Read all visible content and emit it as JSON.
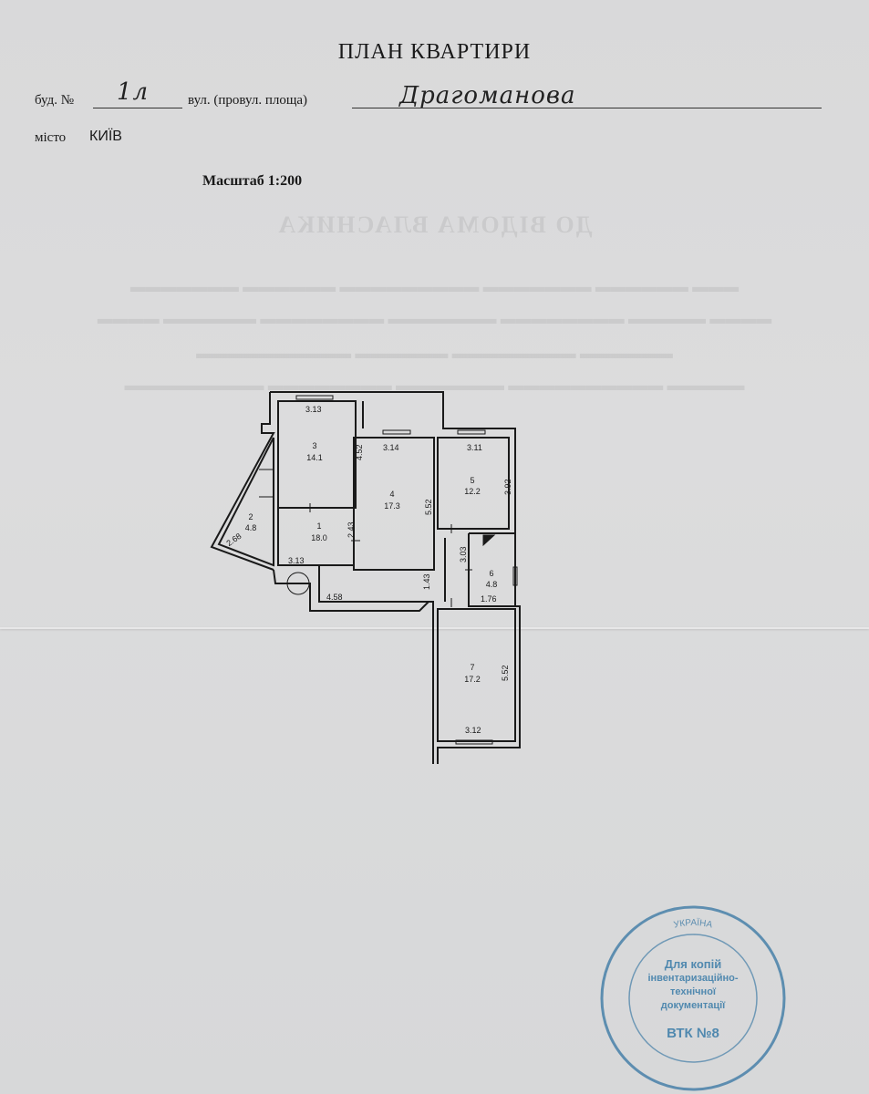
{
  "document": {
    "title": "ПЛАН КВАРТИРИ",
    "building_label": "буд. №",
    "building_number": "1л",
    "street_label": "вул. (провул. площа)",
    "street": "Драгоманова",
    "city_label": "місто",
    "city": "КИЇВ",
    "scale": "Масштаб 1:200"
  },
  "rooms": [
    {
      "number": "1",
      "area": "18.0"
    },
    {
      "number": "2",
      "area": "4.8"
    },
    {
      "number": "3",
      "area": "14.1"
    },
    {
      "number": "4",
      "area": "17.3"
    },
    {
      "number": "5",
      "area": "12.2"
    },
    {
      "number": "6",
      "area": "4.8"
    },
    {
      "number": "7",
      "area": "17.2"
    }
  ],
  "dimensions": [
    "3.13",
    "4.52",
    "3.14",
    "5.52",
    "3.11",
    "3.92",
    "2.43",
    "2.68",
    "3.13",
    "3.03",
    "1.43",
    "4.58",
    "1.76",
    "5.52",
    "3.12"
  ],
  "stamp": {
    "line1": "Для копій",
    "line2": "інвентаризаційно-",
    "line3": "технічної",
    "line4": "документації",
    "bottom": "ВТК №8",
    "ring_top": "УКРАЇНА",
    "color": "#2a6e9e"
  }
}
